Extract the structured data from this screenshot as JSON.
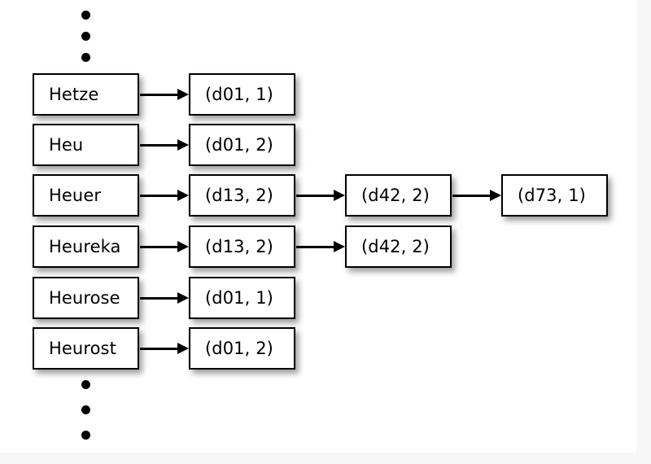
{
  "figure": {
    "kind": "inverted-index-diagram",
    "background_color": "#f7f7f7",
    "canvas_color": "#ffffff",
    "line_color": "#000000"
  },
  "ellipsis": {
    "top": {
      "count": 3,
      "glyph": "•"
    },
    "bottom": {
      "count": 3,
      "glyph": "•"
    }
  },
  "columns": {
    "terms": [
      {
        "label": "Hetze"
      },
      {
        "label": "Heu"
      },
      {
        "label": "Heuer"
      },
      {
        "label": "Heureka"
      },
      {
        "label": "Heurose"
      },
      {
        "label": "Heurost"
      }
    ],
    "postings_1": [
      {
        "label": "(d01, 1)"
      },
      {
        "label": "(d01, 2)"
      },
      {
        "label": "(d13, 2)"
      },
      {
        "label": "(d13, 2)"
      },
      {
        "label": "(d01, 1)"
      },
      {
        "label": "(d01, 2)"
      }
    ],
    "postings_2": [
      {
        "label": "(d42, 2)"
      },
      {
        "label": "(d42, 2)"
      }
    ],
    "postings_3": [
      {
        "label": "(d73, 1)"
      }
    ]
  }
}
